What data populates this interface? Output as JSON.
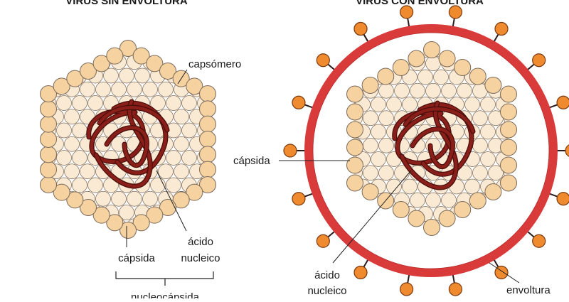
{
  "left_panel": {
    "heading": "VIRUS SIN ENVOLTURA",
    "labels": {
      "capsomero": "capsómero",
      "capsida": "cápsida",
      "acido": "ácido",
      "nucleico": "nucleico",
      "nucleocapsida": "nucleocápsida"
    }
  },
  "right_panel": {
    "heading": "VIRUS CON ENVOLTURA",
    "labels": {
      "capsida": "cápsida",
      "acido": "ácido",
      "nucleico": "nucleico",
      "envoltura": "envoltura"
    }
  },
  "colors": {
    "capsomer_outer": "#f5d2a0",
    "capsomer_inner": "#fbead3",
    "capsomer_stroke": "#7a6a5a",
    "nucleic_acid": "#8a1f1a",
    "envelope": "#d93a3a",
    "spike": "#ef8a2e",
    "spike_stroke": "#7a3a10",
    "leader": "#222222"
  }
}
